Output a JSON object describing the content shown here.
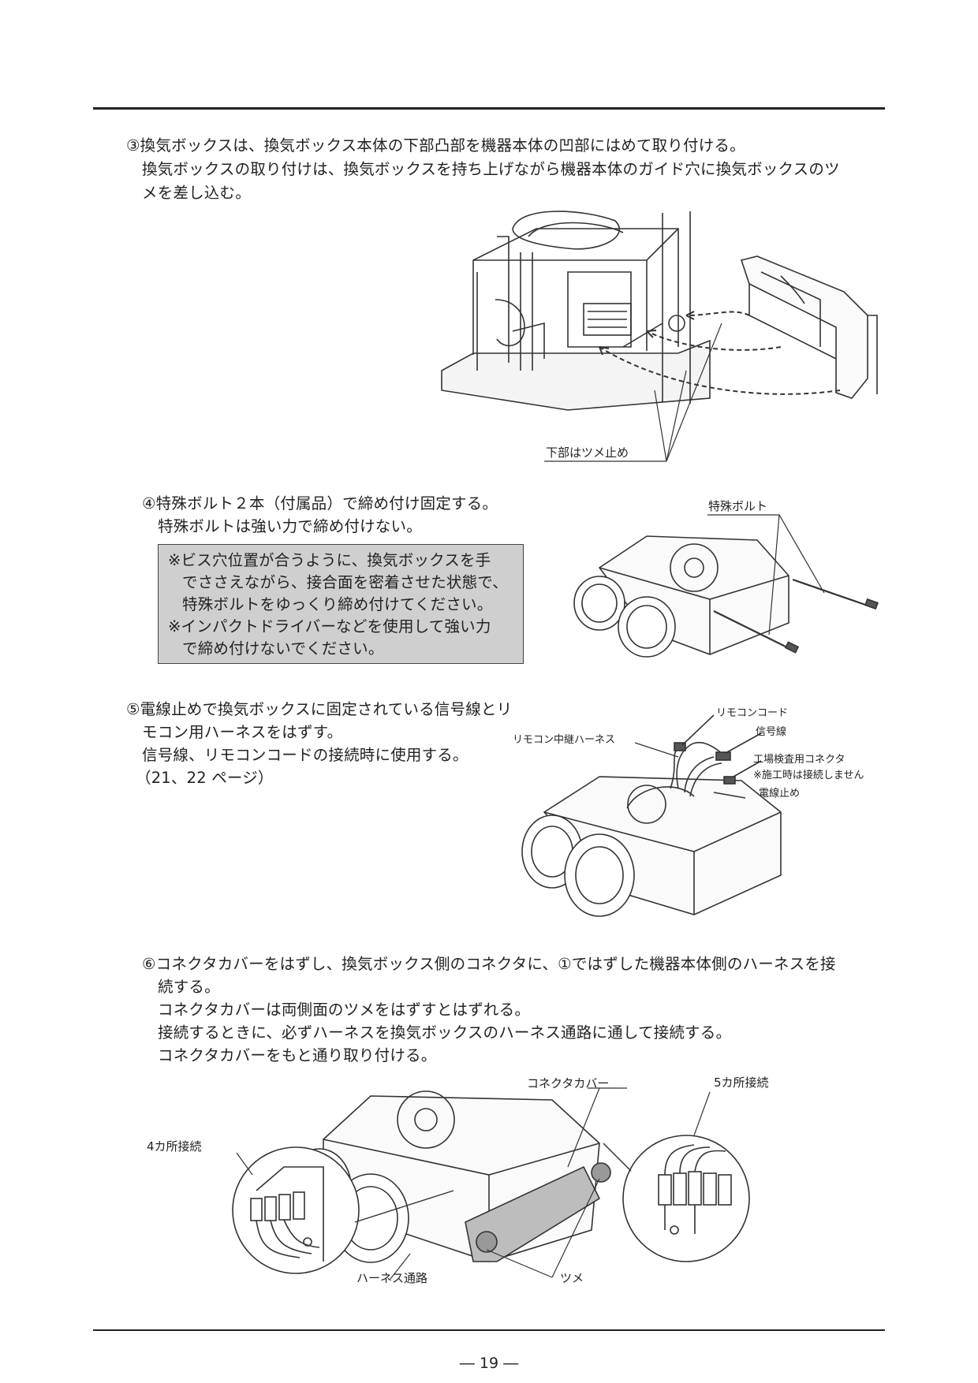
{
  "step3": {
    "line1": "③換気ボックスは、換気ボックス本体の下部凸部を機器本体の凹部にはめて取り付ける。",
    "line2": "換気ボックスの取り付けは、換気ボックスを持ち上げながら機器本体のガイド穴に換気ボックスのツ",
    "line3": "メを差し込む。",
    "label_bottom_claw": "下部はツメ止め"
  },
  "step4": {
    "line1": "④特殊ボルト２本（付属品）で締め付け固定する。",
    "line2": "特殊ボルトは強い力で締め付けない。",
    "note_lines": [
      "※ビス穴位置が合うように、換気ボックスを手",
      "でささえながら、接合面を密着させた状態で、",
      "特殊ボルトをゆっくり締め付けてください。",
      "※インパクトドライバーなどを使用して強い力",
      "で締め付けないでください。"
    ],
    "label_bolt": "特殊ボルト"
  },
  "step5": {
    "line1": "⑤電線止めで換気ボックスに固定されている信号線とリ",
    "line2": "モコン用ハーネスをはずす。",
    "line3": "信号線、リモコンコードの接続時に使用する。",
    "line4": "（21、22 ページ）",
    "labels": {
      "remocon_cord": "リモコンコード",
      "signal_wire": "信号線",
      "relay_harness": "リモコン中継ハーネス",
      "factory_connector": "工場検査用コネクタ",
      "not_connected_note": "※施工時は接続しません",
      "wire_stopper": "電線止め"
    }
  },
  "step6": {
    "line1": "⑥コネクタカバーをはずし、換気ボックス側のコネクタに、①ではずした機器本体側のハーネスを接",
    "line2": "続する。",
    "line3": "コネクタカバーは両側面のツメをはずすとはずれる。",
    "line4": "接続するときに、必ずハーネスを換気ボックスのハーネス通路に通して接続する。",
    "line5": "コネクタカバーをもと通り取り付ける。",
    "labels": {
      "connector_cover": "コネクタカバー",
      "five_connections": "5カ所接続",
      "four_connections": "4カ所接続",
      "harness_passage": "ハーネス通路",
      "claw": "ツメ"
    }
  },
  "footer": {
    "page_number": "― 19 ―"
  }
}
